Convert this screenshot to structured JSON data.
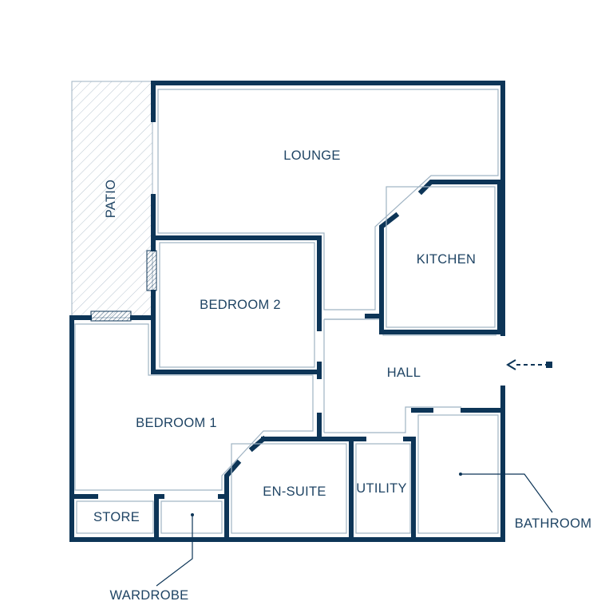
{
  "rooms": {
    "lounge": "LOUNGE",
    "patio": "PATIO",
    "kitchen": "KITCHEN",
    "bedroom2": "BEDROOM 2",
    "hall": "HALL",
    "bedroom1": "BEDROOM 1",
    "store": "STORE",
    "ensuite": "EN-SUITE",
    "utility": "UTILITY",
    "bathroom": "BATHROOM",
    "wardrobe": "WARDROBE"
  },
  "icons": {
    "entrance": "dashed-arrow-left-icon"
  },
  "colors": {
    "wall": "#0d3557",
    "label": "#1f4464",
    "inner_line": "#9fb3c3",
    "patio_hatch": "#b9c6d1"
  }
}
